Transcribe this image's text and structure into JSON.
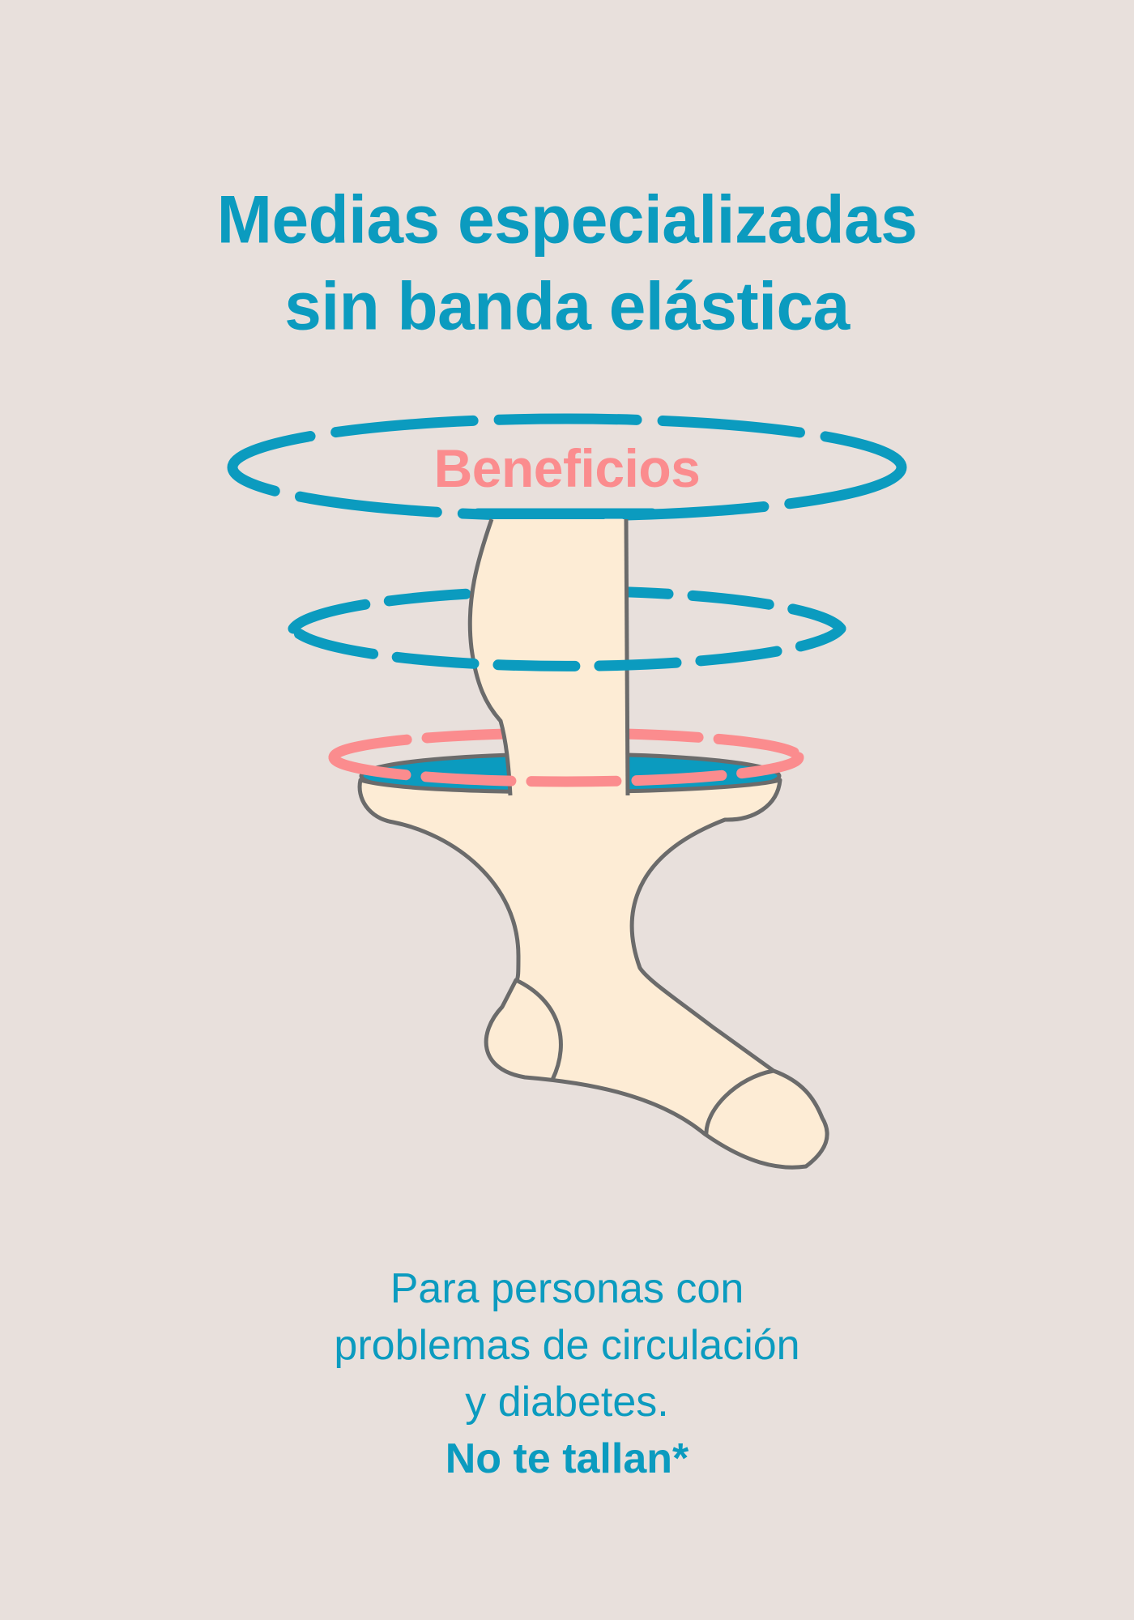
{
  "title": {
    "line1": "Medias especializadas",
    "line2": "sin banda elástica"
  },
  "illustration": {
    "label": "Beneficios",
    "subject": "sock-icon",
    "rings": [
      "blue-dashed-ring-top",
      "blue-dashed-ring-middle",
      "pink-dashed-ring-cuff"
    ]
  },
  "subtitle": {
    "line1": "Para personas con",
    "line2": "problemas de circulación",
    "line3": "y diabetes.",
    "emphasis": "No te tallan*"
  },
  "colors": {
    "background": "#e8e0dc",
    "primary_blue": "#0b9bbf",
    "accent_pink": "#fb8c8e",
    "sock_fill": "#fdecd5",
    "outline": "#6b6b6b"
  }
}
